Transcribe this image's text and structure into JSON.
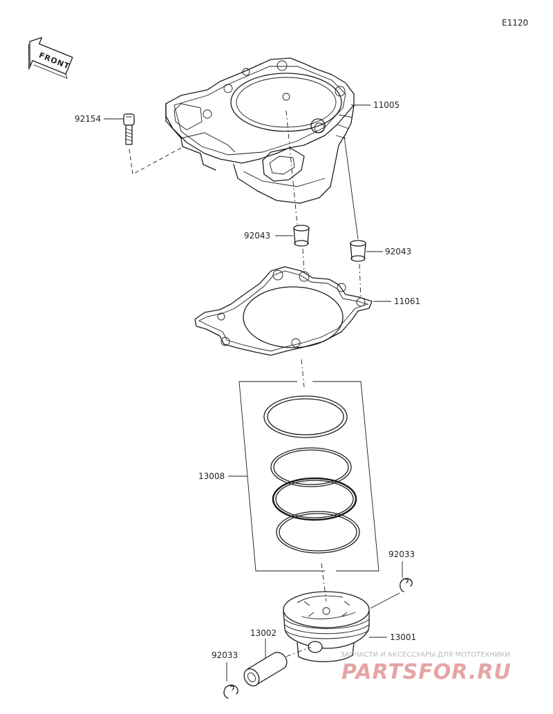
{
  "diagram": {
    "code": "E1120",
    "front_label": "FRONT",
    "parts": [
      {
        "id": "cylinder",
        "number": "11005"
      },
      {
        "id": "bolt",
        "number": "92154"
      },
      {
        "id": "dowel-left",
        "number": "92043"
      },
      {
        "id": "dowel-right",
        "number": "92043"
      },
      {
        "id": "gasket",
        "number": "11061"
      },
      {
        "id": "ring-set",
        "number": "13008"
      },
      {
        "id": "clip-right",
        "number": "92033"
      },
      {
        "id": "pin",
        "number": "13002"
      },
      {
        "id": "piston",
        "number": "13001"
      },
      {
        "id": "clip-left",
        "number": "92033"
      }
    ]
  },
  "watermark": {
    "caption": "ЗАПЧАСТИ И АКСЕССУАРЫ ДЛЯ МОТОТЕХНИКИ",
    "logo": "PARTSFOR.RU"
  },
  "colors": {
    "line": "#1a1a1a",
    "watermark_text": "#b9b9b9",
    "watermark_logo": "#e6a4a4"
  }
}
